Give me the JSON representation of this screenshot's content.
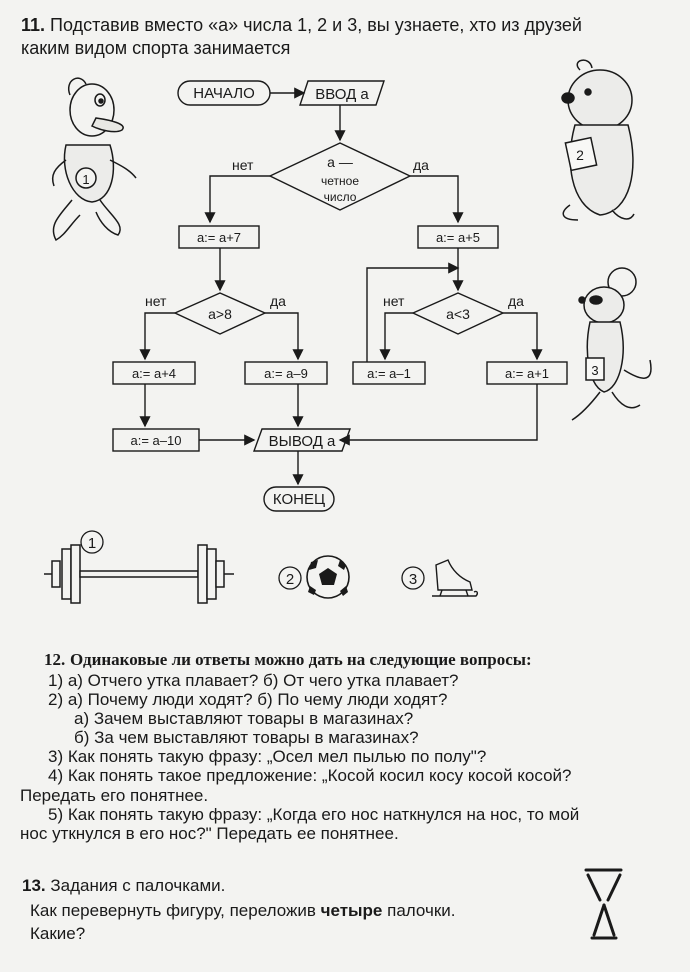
{
  "task11": {
    "number": "11.",
    "text_line1": "Подставив вместо «а» числа 1, 2 и 3, вы узнаете, хто из друзей",
    "text_line2": "каким видом спорта занимается"
  },
  "flowchart": {
    "start": "НАЧАЛО",
    "input": "ВВОД а",
    "cond1_line1": "а —",
    "cond1_line2": "четное",
    "cond1_line3": "число",
    "no1": "нет",
    "yes1": "да",
    "op_left": "a:= a+7",
    "op_right": "a:= a+5",
    "cond2": "a>8",
    "cond3": "a<3",
    "no2": "нет",
    "yes2": "да",
    "no3": "нет",
    "yes3": "да",
    "op_a4": "a:= a+4",
    "op_a9": "a:= a–9",
    "op_a1m": "a:= a–1",
    "op_a1p": "a:= a+1",
    "op_a10": "a:= a–10",
    "output": "ВЫВОД а",
    "end": "КОНЕЦ"
  },
  "characters": {
    "duck_number": "1",
    "bear_number": "2",
    "mouse_number": "3"
  },
  "sports": {
    "n1": "1",
    "n2": "2",
    "n3": "3"
  },
  "task12": {
    "number": "12.",
    "title": "Одинаковые ли ответы можно дать на следующие вопросы:",
    "lines": [
      "1) а) Отчего утка плавает?  б) От чего утка плавает?",
      "2) а) Почему люди ходят?  б) По чему люди ходят?",
      "а) Зачем выставляют товары в магазинах?",
      "б) За чем выставляют товары в магазинах?",
      "3) Как понять такую фразу: „Осел мел пылью по полу\"?",
      "4) Как понять такое предложение: „Косой косил косу косой косой?",
      "Передать его понятнее.",
      "5) Как понять такую фразу: „Когда его нос наткнулся на нос, то мой",
      "нос уткнулся в его нос?\" Передать ее понятнее."
    ]
  },
  "task13": {
    "number": "13.",
    "title": "Задания с палочками.",
    "line1_a": "Как перевернуть фигуру, переложив ",
    "line1_bold": "четыре",
    "line1_b": " палочки.",
    "line2": "Какие?"
  },
  "colors": {
    "ink": "#1a1a1a",
    "paper": "#f3f3f1"
  }
}
